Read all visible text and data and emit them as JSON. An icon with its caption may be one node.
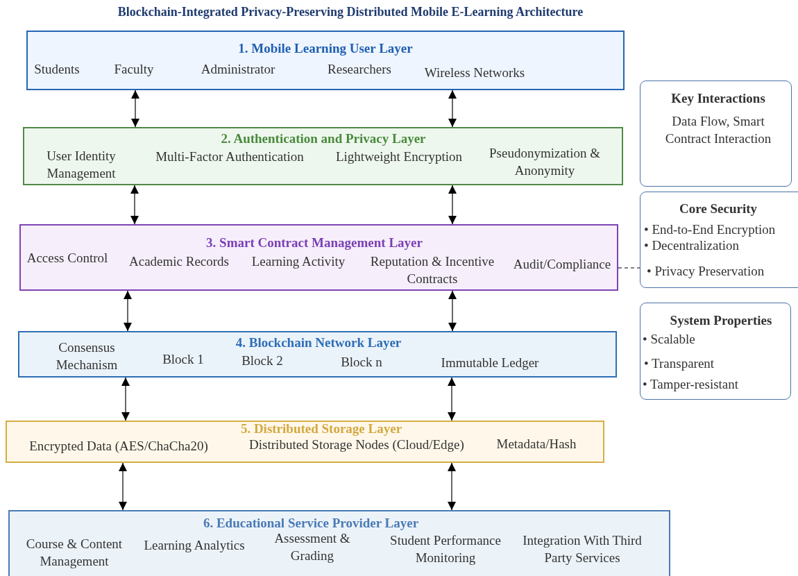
{
  "diagram": {
    "title": "Blockchain-Integrated Privacy-Preserving Distributed Mobile E-Learning Architecture",
    "nodes": [
      {
        "text": [
          "1. Mobile Learning User Layer",
          "Students",
          "Faculty",
          "Administrator",
          "Researchers",
          "Wireless Networks"
        ]
      },
      {
        "text": [
          "2. Authentication and Privacy Layer",
          "User Identity Management",
          "Multi-Factor Authentication",
          "Lightweight Encryption",
          "Pseudonymization & Anonymity"
        ]
      },
      {
        "text": [
          "3. Smart Contract Management Layer",
          "Access Control",
          "Academic Records",
          "Learning Activity",
          "Reputation & Incentive Contracts",
          "Audit/Compliance"
        ]
      },
      {
        "text": [
          "4. Blockchain Network Layer",
          "Consensus Mechanism",
          "Block 1",
          "Block 2",
          "Block n",
          "Immutable Ledger"
        ]
      },
      {
        "text": [
          "5. Distributed Storage Layer",
          "Encrypted Data (AES/ChaCha20)",
          "Distributed Storage Nodes (Cloud/Edge)",
          "Metadata/Hash"
        ]
      },
      {
        "text": [
          "6. Educational Service Provider Layer",
          "Course & Content Management",
          "Learning Analytics",
          "Assessment & Grading",
          "Student Performance Monitoring",
          "Integration With Third Party Services"
        ]
      },
      {
        "text": [
          "Key Interactions",
          "Data Flow, Smart Contract Interaction"
        ]
      },
      {
        "text": [
          "Core Security",
          "• End-to-End Encryption",
          "• Decentralization",
          "• Privacy Preservation"
        ]
      },
      {
        "text": [
          "System Properties",
          "• Scalable",
          "• Transparent",
          "• Tamper-resistant"
        ]
      }
    ],
    "edges": [
      {
        "from": 0,
        "to": 1,
        "arrow": "both"
      },
      {
        "from": 0,
        "to": 1,
        "arrow": "both"
      },
      {
        "from": 1,
        "to": 2,
        "arrow": "both"
      },
      {
        "from": 1,
        "to": 2,
        "arrow": "both"
      },
      {
        "from": 2,
        "to": 3,
        "arrow": "both"
      },
      {
        "from": 2,
        "to": 3,
        "arrow": "both"
      },
      {
        "from": 3,
        "to": 4,
        "arrow": "both"
      },
      {
        "from": 3,
        "to": 4,
        "arrow": "both"
      },
      {
        "from": 4,
        "to": 5,
        "arrow": "both"
      },
      {
        "from": 4,
        "to": 5,
        "arrow": "both"
      },
      {
        "from": 2,
        "to": 7,
        "arrow": "none",
        "style": "dashed"
      }
    ]
  }
}
